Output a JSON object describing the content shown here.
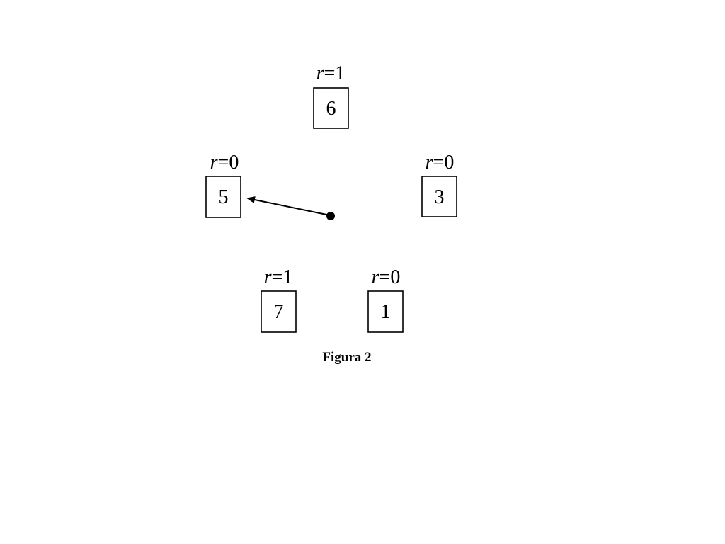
{
  "nodes": [
    {
      "id": "6",
      "value": "6",
      "r": "1"
    },
    {
      "id": "5",
      "value": "5",
      "r": "0"
    },
    {
      "id": "3",
      "value": "3",
      "r": "0"
    },
    {
      "id": "7",
      "value": "7",
      "r": "1"
    },
    {
      "id": "1",
      "value": "1",
      "r": "0"
    }
  ],
  "r_symbol": "r",
  "equals": "=",
  "pointer": {
    "target": "5"
  },
  "caption": "Figura 2"
}
